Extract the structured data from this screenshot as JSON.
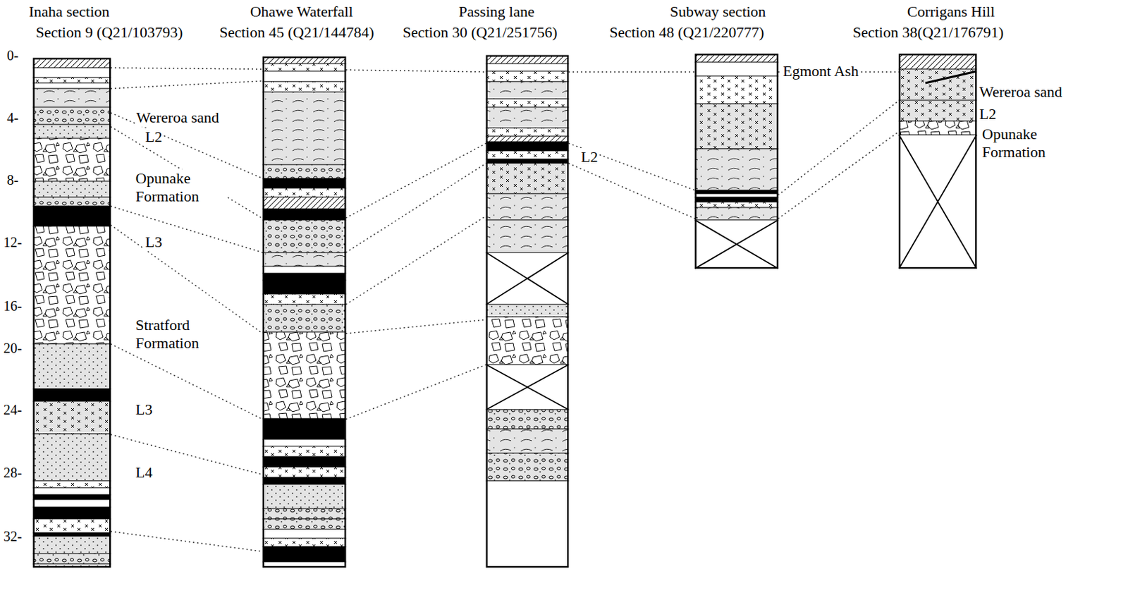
{
  "diagram": {
    "nodes": [
      {
        "text": [
          "Inaha section",
          "Section 9 (Q21/103793)"
        ]
      },
      {
        "text": [
          "Ohawe Waterfall",
          "Section 45 (Q21/144784)"
        ]
      },
      {
        "text": [
          "Passing lane",
          "Section 30 (Q21/251756)"
        ]
      },
      {
        "text": [
          "Subway section",
          "Section 48 (Q21/220777)"
        ]
      },
      {
        "text": [
          "Corrigans Hill",
          "Section 38(Q21/176791)"
        ]
      }
    ],
    "edges": [
      {
        "from": 0,
        "to": 1,
        "arrow": "none"
      },
      {
        "from": 0,
        "to": 1,
        "arrow": "none"
      },
      {
        "from": 0,
        "to": 1,
        "arrow": "none"
      },
      {
        "from": 0,
        "to": 1,
        "arrow": "none"
      },
      {
        "from": 0,
        "to": 1,
        "arrow": "none"
      },
      {
        "from": 0,
        "to": 1,
        "arrow": "none"
      },
      {
        "from": 0,
        "to": 1,
        "arrow": "none"
      },
      {
        "from": 0,
        "to": 1,
        "arrow": "none"
      },
      {
        "from": 0,
        "to": 1,
        "arrow": "none"
      },
      {
        "from": 1,
        "to": 2,
        "arrow": "none"
      },
      {
        "from": 1,
        "to": 2,
        "arrow": "none"
      },
      {
        "from": 1,
        "to": 2,
        "arrow": "none"
      },
      {
        "from": 1,
        "to": 2,
        "arrow": "none"
      },
      {
        "from": 1,
        "to": 2,
        "arrow": "none"
      },
      {
        "from": 1,
        "to": 2,
        "arrow": "none"
      },
      {
        "from": 2,
        "to": 3,
        "arrow": "none"
      },
      {
        "from": 2,
        "to": 3,
        "arrow": "none"
      },
      {
        "from": 2,
        "to": 3,
        "arrow": "none"
      },
      {
        "from": 3,
        "to": 4,
        "arrow": "none"
      },
      {
        "from": 3,
        "to": 4,
        "arrow": "none"
      },
      {
        "from": 3,
        "to": 4,
        "arrow": "none"
      }
    ],
    "labels": [
      "0-",
      "4-",
      "8-",
      "12-",
      "16-",
      "20-",
      "24-",
      "28-",
      "32-",
      "Wereroa sand",
      "L2",
      "Opunake Formation",
      "L3",
      "Stratford Formation",
      "L3",
      "L4",
      "L2",
      "Egmont Ash",
      "Wereroa sand",
      "L2",
      "Opunake Formation"
    ]
  }
}
